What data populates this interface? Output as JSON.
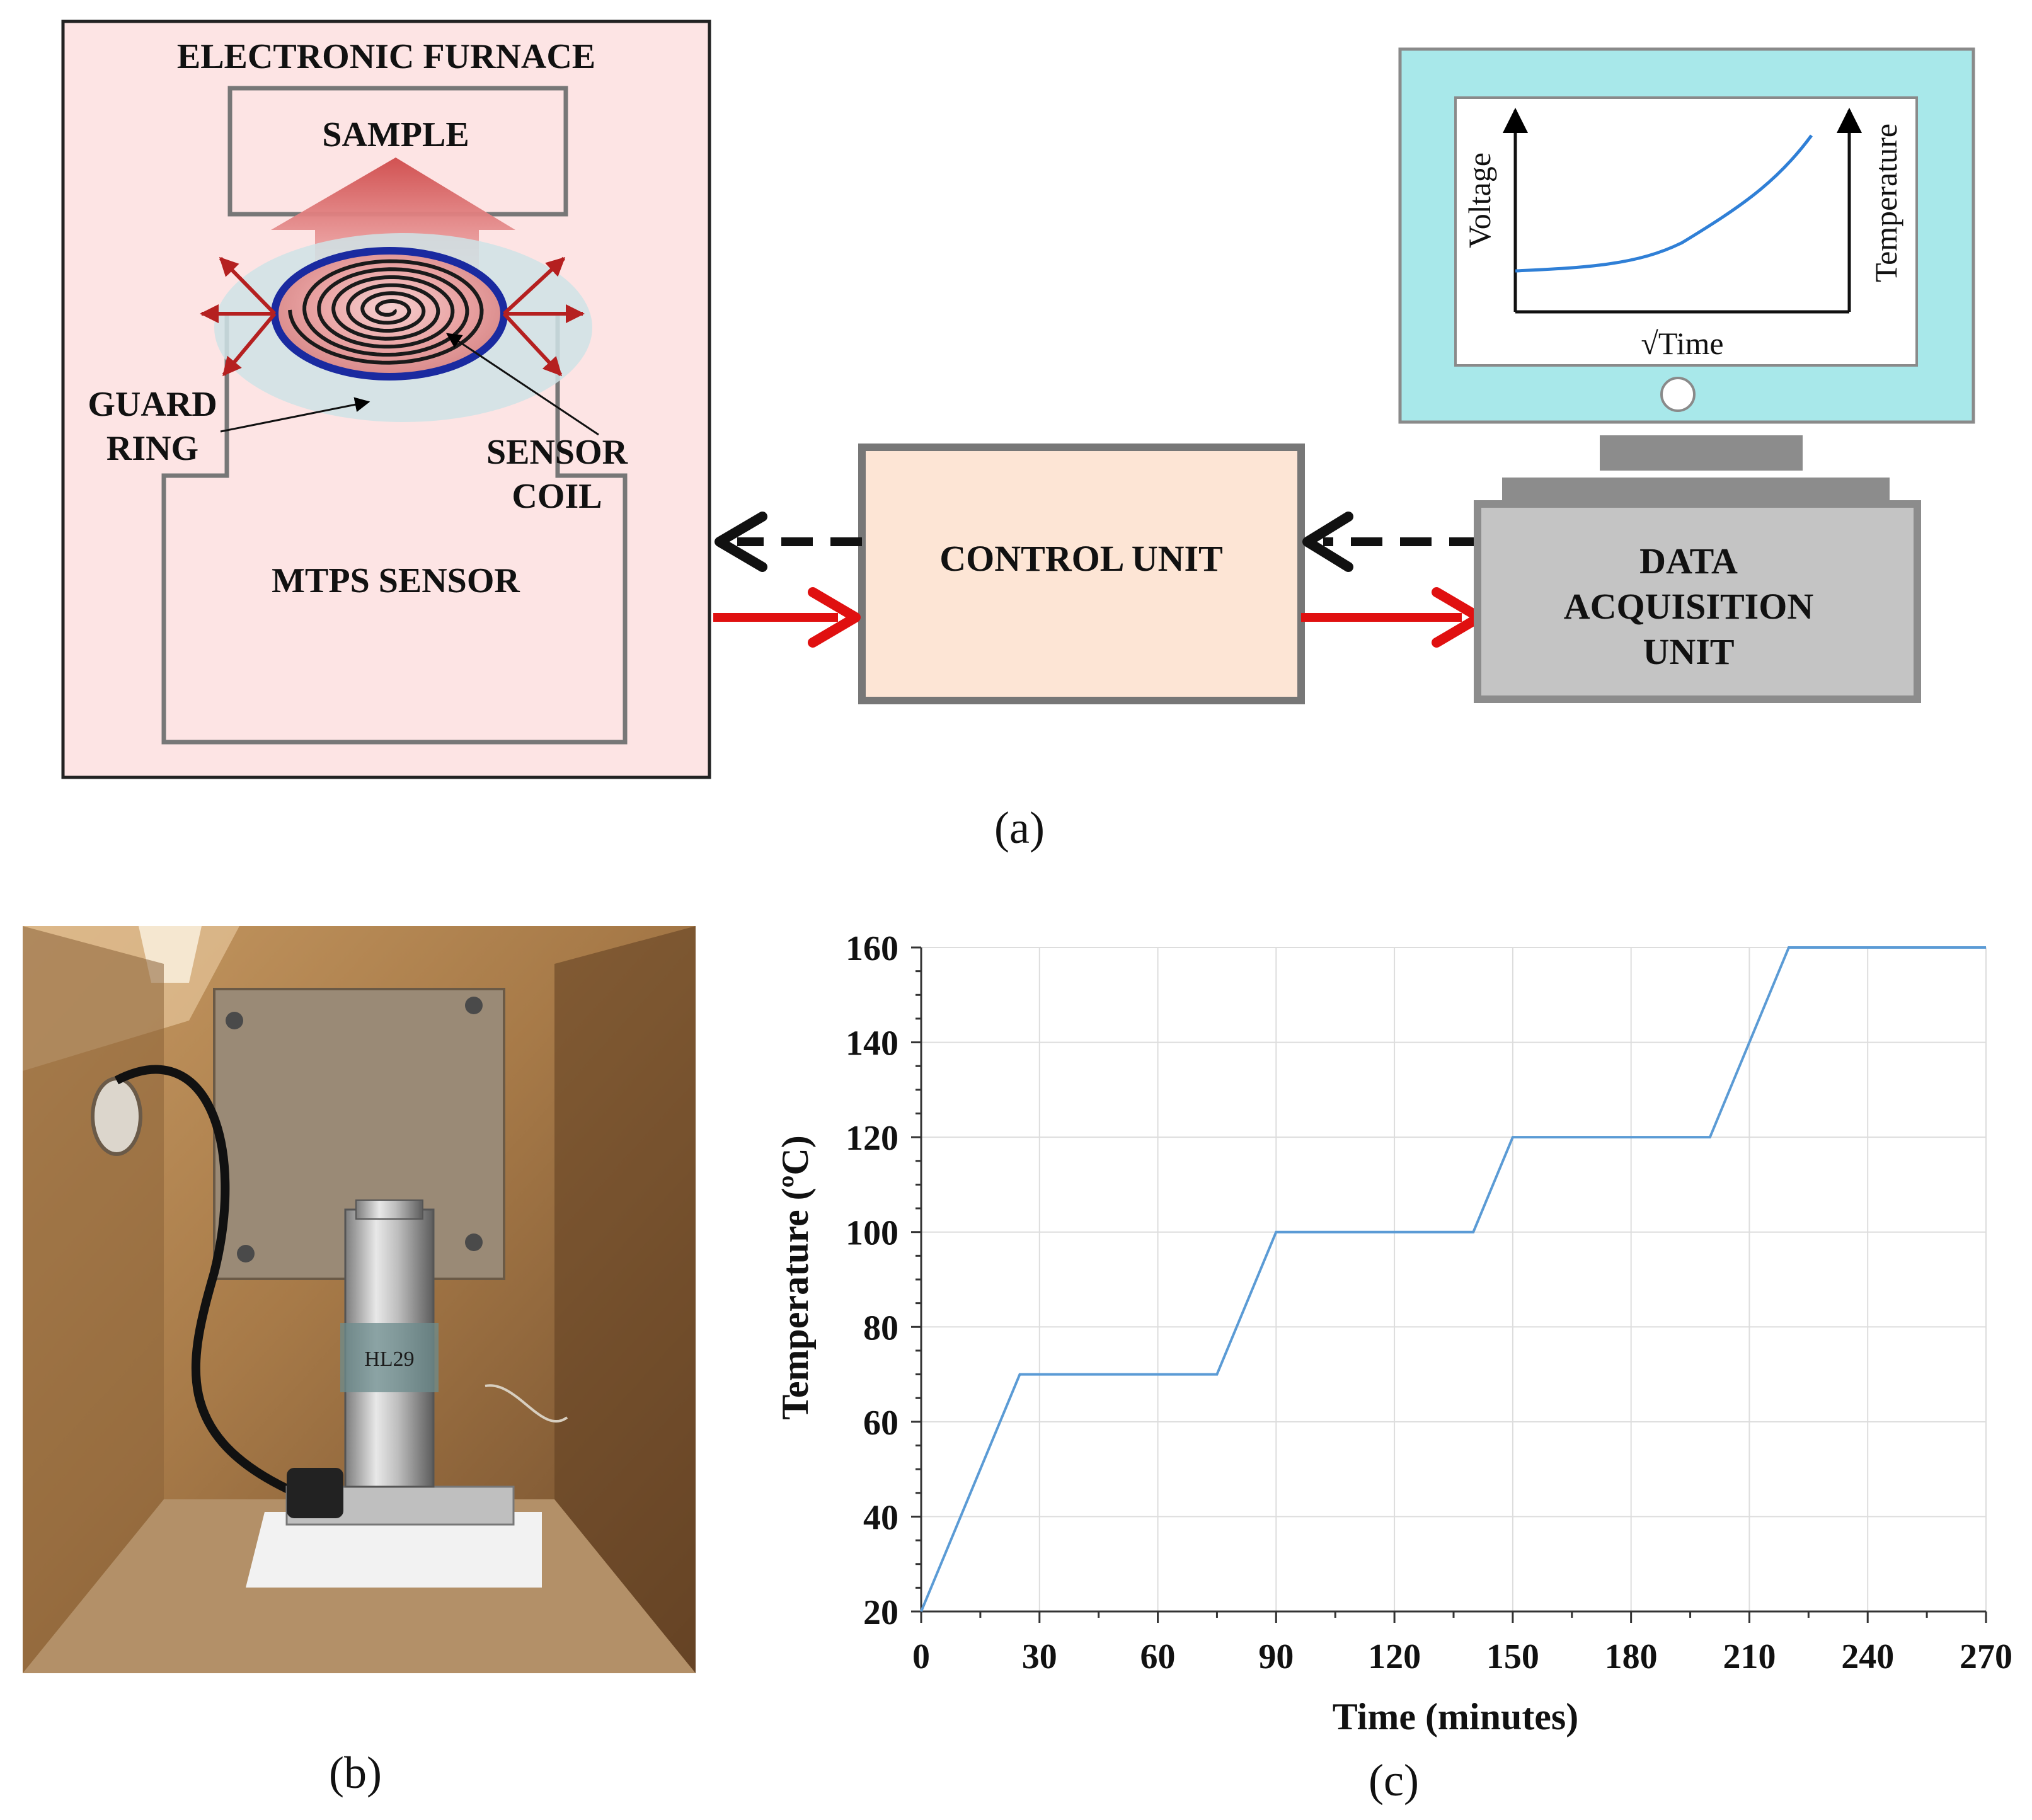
{
  "figure_a": {
    "panel_label": "(a)",
    "furnace": {
      "title": "ELECTRONIC FURNACE",
      "sample_label": "SAMPLE",
      "guard_ring_label": [
        "GUARD",
        "RING"
      ],
      "sensor_coil_label": [
        "SENSOR",
        "COIL"
      ],
      "sensor_label": "MTPS SENSOR"
    },
    "control_unit_label": "CONTROL UNIT",
    "daq_label": [
      "DATA",
      "ACQUISITION",
      "UNIT"
    ],
    "monitor_plot": {
      "ylabel_left": "Voltage",
      "ylabel_right": "Temperature",
      "xlabel": "√Time"
    },
    "colors": {
      "furnace_bg": "#fde4e4",
      "control_bg": "#fde5d5",
      "daq_bg": "#c4c4c4",
      "monitor_bg": "#a8e8ea",
      "arrow_red": "#e01010",
      "curve_blue": "#2f7fd6",
      "ring_blue": "#1a2aa0"
    }
  },
  "figure_b": {
    "panel_label": "(b)",
    "photo_labels": [
      "HL29"
    ]
  },
  "figure_c": {
    "panel_label": "(c)",
    "chart_data": {
      "type": "line",
      "xlabel": "Time (minutes)",
      "ylabel": "Temperature (ºC)",
      "xlim": [
        0,
        270
      ],
      "ylim": [
        20,
        160
      ],
      "xticks": [
        0,
        30,
        60,
        90,
        120,
        150,
        180,
        210,
        240,
        270
      ],
      "yticks": [
        20,
        40,
        60,
        80,
        100,
        120,
        140,
        160
      ],
      "grid": true,
      "series": [
        {
          "color": "#5b9bd5",
          "x": [
            0,
            25,
            75,
            90,
            140,
            150,
            200,
            220,
            270
          ],
          "y": [
            20,
            70,
            70,
            100,
            100,
            120,
            120,
            160,
            160
          ]
        }
      ]
    }
  }
}
